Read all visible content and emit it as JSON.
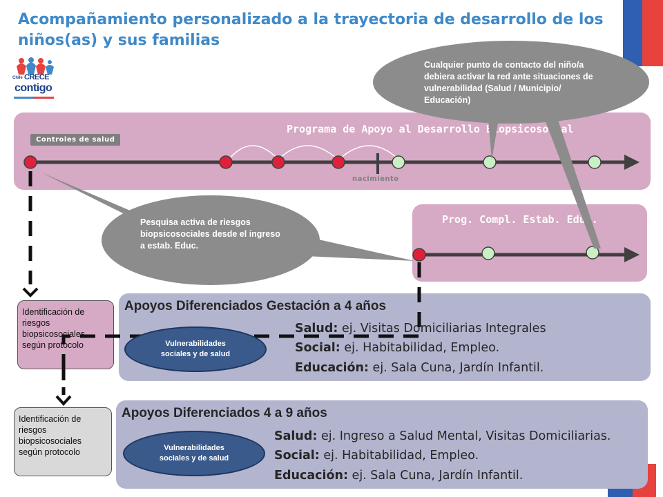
{
  "title": "Acompañamiento personalizado a la trayectoria de desarrollo de los niños(as) y sus familias",
  "logo": {
    "chile": "Chile",
    "crece": "CRECE",
    "contigo": "contigo"
  },
  "programa_apoyo": {
    "title": "Programa de Apoyo al Desarrollo Biopsicosocial",
    "tag": "Controles de salud",
    "birth_label": "nacimiento"
  },
  "prog_compl": {
    "title": "Prog. Compl. Estab. Educ."
  },
  "bubble_top": {
    "text": "Cualquier punto de contacto del niño/a debiera activar la red ante situaciones de vulnerabilidad (Salud / Municipio/ Educación)"
  },
  "bubble_left": {
    "text": "Pesquisa activa de riesgos biopsicosociales desde el ingreso a estab. Educ."
  },
  "apoyos_gestacion": {
    "title": "Apoyos Diferenciados Gestación a 4 años",
    "salud_label": "Salud:",
    "salud_text": " ej. Visitas Domiciliarias Integrales",
    "social_label": "Social:",
    "social_text": " ej. Habitabilidad, Empleo.",
    "educacion_label": "Educación:",
    "educacion_text": " ej. Sala Cuna, Jardín Infantil.",
    "vulnerabilidades": "Vulnerabilidades sociales y de salud"
  },
  "apoyos_4_9": {
    "title": "Apoyos Diferenciados 4 a 9 años",
    "salud_label": "Salud:",
    "salud_text": " ej. Ingreso a Salud Mental, Visitas Domiciliarias.",
    "social_label": "Social:",
    "social_text": " ej. Habitabilidad, Empleo.",
    "educacion_label": "Educación:",
    "educacion_text": " ej. Sala Cuna, Jardín Infantil.",
    "vulnerabilidades": "Vulnerabilidades sociales y de salud"
  },
  "identificacion": {
    "text_1": "Identificación de riesgos biopsicosociales según protocolo",
    "text_2": "Identificación de riesgos biopsicosociales según protocolo"
  },
  "colors": {
    "title": "#3f89c8",
    "pink_panel": "#d6a9c4",
    "blue_panel": "#b3b5cf",
    "red_node": "#e0203a",
    "green_node": "#c9f0c5",
    "bubble": "#8c8c8c",
    "vuln": "#3a5a8c"
  }
}
